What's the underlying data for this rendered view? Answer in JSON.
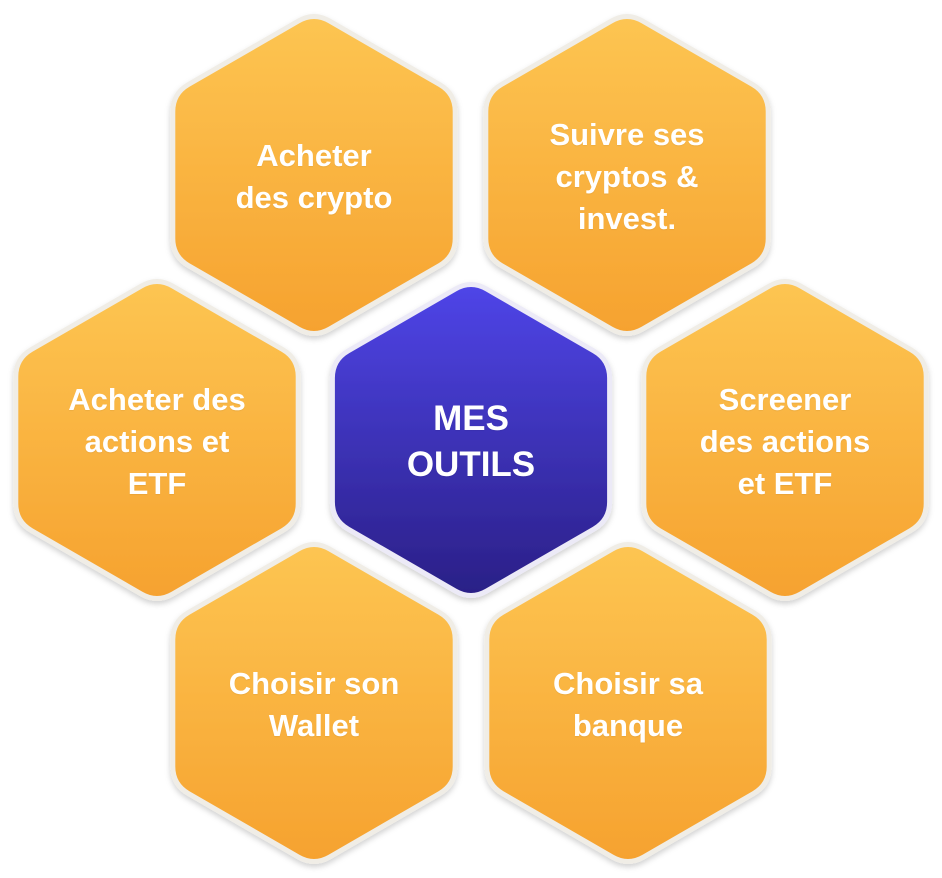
{
  "diagram": {
    "center": {
      "label": "MES\nOUTILS"
    },
    "tools": [
      {
        "label": "Acheter\ndes crypto"
      },
      {
        "label": "Suivre ses\ncryptos &\ninvest."
      },
      {
        "label": "Acheter des\nactions et\nETF"
      },
      {
        "label": "Screener\ndes actions\net ETF"
      },
      {
        "label": "Choisir son\nWallet"
      },
      {
        "label": "Choisir sa\nbanque"
      }
    ]
  },
  "colors": {
    "tool_top": "#FDC552",
    "tool_bottom": "#F6A22F",
    "tool_stroke": "#F0EDE6",
    "center_top": "#4F45E8",
    "center_bottom": "#2A1F86",
    "label_text": "#FFFFFF"
  }
}
